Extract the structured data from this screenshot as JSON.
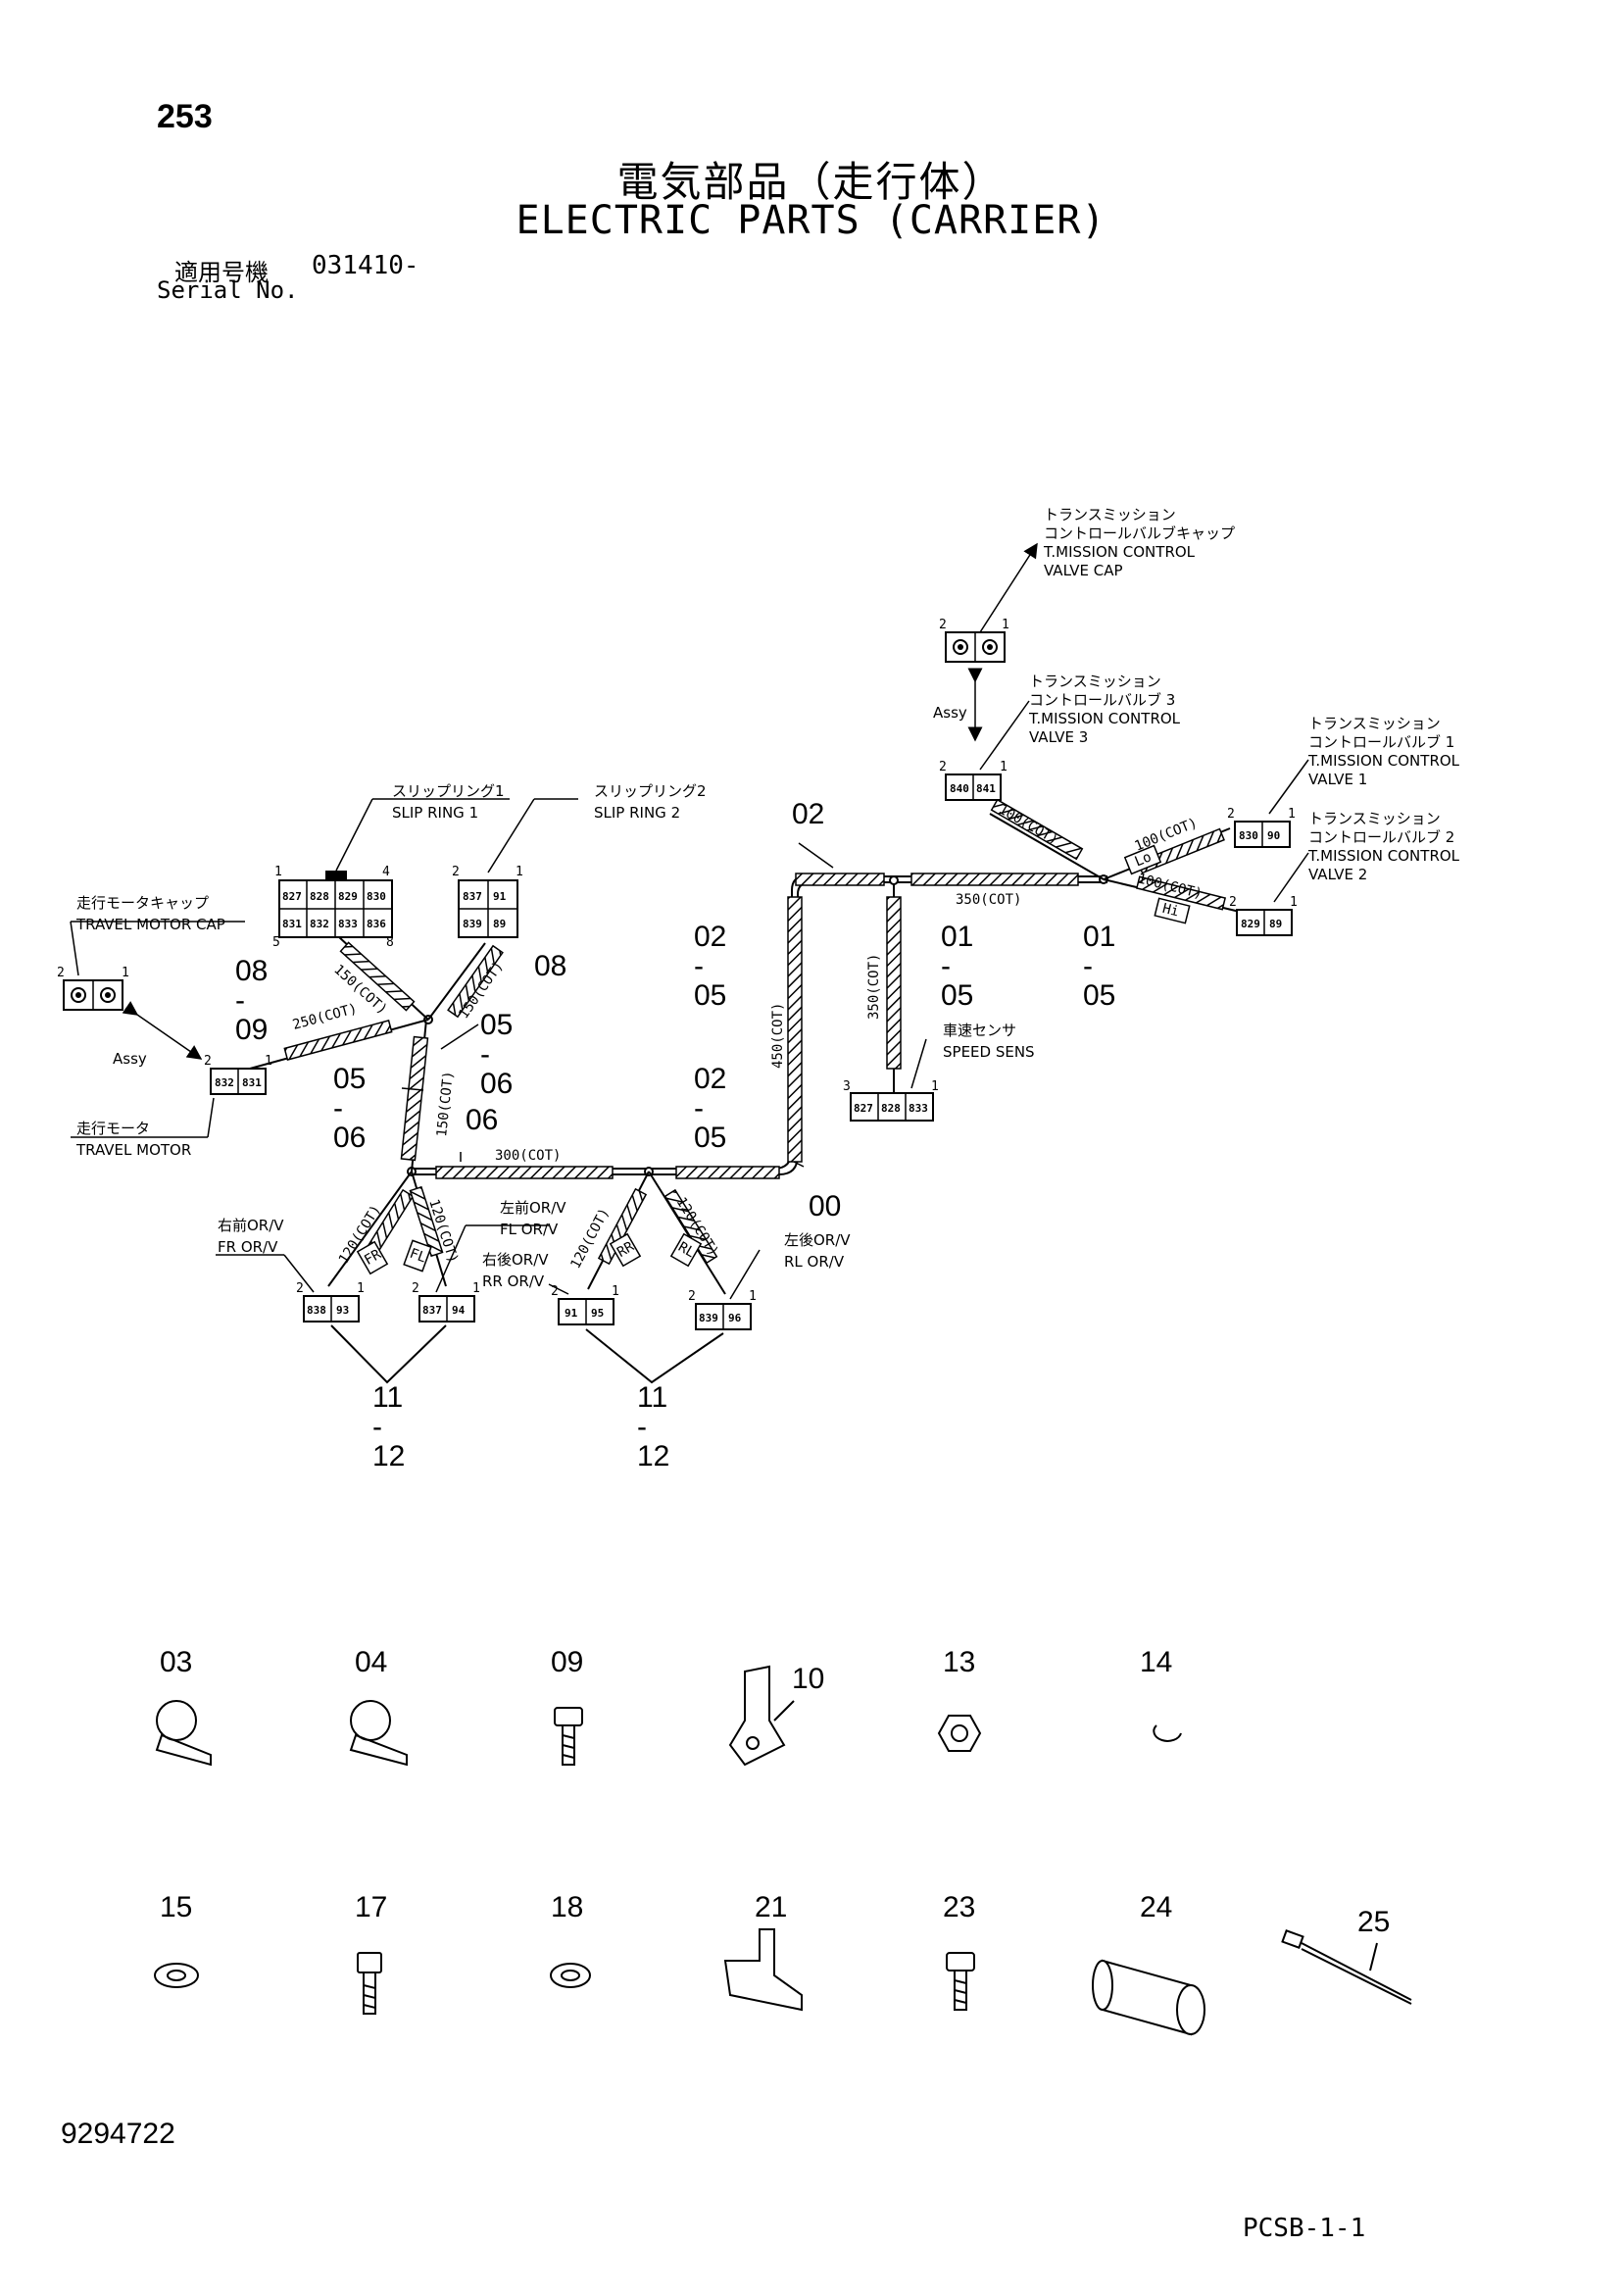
{
  "header": {
    "page_number": "253",
    "title_jp": "電気部品（走行体）",
    "title_en": "ELECTRIC PARTS (CARRIER)",
    "serial_label_jp": "適用号機",
    "serial_value": "031410-",
    "serial_label_en": "Serial No."
  },
  "components": {
    "tm_valve_cap": {
      "jp": "トランスミッション\nコントロールバルブキャップ",
      "en": "T.MISSION CONTROL\nVALVE CAP"
    },
    "tm_valve_3": {
      "jp": "トランスミッション\nコントロールバルブ 3",
      "en": "T.MISSION CONTROL\nVALVE 3"
    },
    "tm_valve_1": {
      "jp": "トランスミッション\nコントロールバルブ 1",
      "en": "T.MISSION CONTROL\nVALVE 1"
    },
    "tm_valve_2": {
      "jp": "トランスミッション\nコントロールバルブ 2",
      "en": "T.MISSION CONTROL\nVALVE 2"
    },
    "slip_ring_1": {
      "jp": "スリップリング1",
      "en": "SLIP RING 1"
    },
    "slip_ring_2": {
      "jp": "スリップリング2",
      "en": "SLIP RING 2"
    },
    "travel_motor_cap": {
      "jp": "走行モータキャップ",
      "en": "TRAVEL MOTOR CAP"
    },
    "travel_motor": {
      "jp": "走行モータ",
      "en": "TRAVEL MOTOR"
    },
    "speed_sens": {
      "jp": "車速センサ",
      "en": "SPEED SENS"
    },
    "fr": {
      "jp": "右前OR/V",
      "en": "FR OR/V"
    },
    "fl": {
      "jp": "左前OR/V",
      "en": "FL OR/V"
    },
    "rr": {
      "jp": "右後OR/V",
      "en": "RR OR/V"
    },
    "rl": {
      "jp": "左後OR/V",
      "en": "RL OR/V"
    },
    "assy": "Assy"
  },
  "pins": {
    "slip1_top": [
      "827",
      "828",
      "829",
      "830"
    ],
    "slip1_bot": [
      "831",
      "832",
      "833",
      "836"
    ],
    "slip2_top": [
      "837",
      "91"
    ],
    "slip2_bot": [
      "839",
      "89"
    ],
    "travel_motor": [
      "832",
      "831"
    ],
    "tmv3": [
      "840",
      "841"
    ],
    "tmv1": [
      "830",
      "90"
    ],
    "tmv2": [
      "829",
      "89"
    ],
    "speed": [
      "827",
      "828",
      "833"
    ],
    "fr": [
      "838",
      "93"
    ],
    "fl": [
      "837",
      "94"
    ],
    "rr": [
      "91",
      "95"
    ],
    "rl": [
      "839",
      "96"
    ]
  },
  "dimensions": {
    "d350a": "350(COT)",
    "d350b": "350(COT)",
    "d450": "450(COT)",
    "d300": "300(COT)",
    "d250": "250(COT)",
    "d150a": "150(COT)",
    "d150b": "150(COT)",
    "d150c": "150(COT)",
    "d100a": "100(COT)",
    "d100b": "100(COT)",
    "d100c": "100(COT)",
    "d120a": "120(COT)",
    "d120b": "120(COT)",
    "d120c": "120(COT)",
    "d120d": "120(COT)",
    "tag_lo": "Lo",
    "tag_hi": "Hi",
    "tag_fr": "FR",
    "tag_fl": "FL",
    "tag_rr": "RR",
    "tag_rl": "RL"
  },
  "callouts": {
    "c02": "02",
    "c02_05a": "02\n-\n05",
    "c02_05b": "02\n-\n05",
    "c01_05a": "01\n-\n05",
    "c01_05b": "01\n-\n05",
    "c08_09": "08\n-\n09",
    "c08": "08",
    "c05_06a": "05\n-\n06",
    "c05_06b": "05\n-\n06",
    "c06": "06",
    "c00": "00",
    "c11_12a": "11\n-\n12",
    "c11_12b": "11\n-\n12",
    "pin_1": "1",
    "pin_2": "2",
    "pin_4": "4",
    "pin_5": "5",
    "pin_8": "8",
    "pin_3": "3"
  },
  "parts": [
    {
      "id": "03",
      "label": "03"
    },
    {
      "id": "04",
      "label": "04"
    },
    {
      "id": "09",
      "label": "09"
    },
    {
      "id": "10",
      "label": "10"
    },
    {
      "id": "13",
      "label": "13"
    },
    {
      "id": "14",
      "label": "14"
    },
    {
      "id": "15",
      "label": "15"
    },
    {
      "id": "17",
      "label": "17"
    },
    {
      "id": "18",
      "label": "18"
    },
    {
      "id": "21",
      "label": "21"
    },
    {
      "id": "23",
      "label": "23"
    },
    {
      "id": "24",
      "label": "24"
    },
    {
      "id": "25",
      "label": "25"
    }
  ],
  "footer": {
    "doc_number": "9294722",
    "page_code": "PCSB-1-1"
  }
}
